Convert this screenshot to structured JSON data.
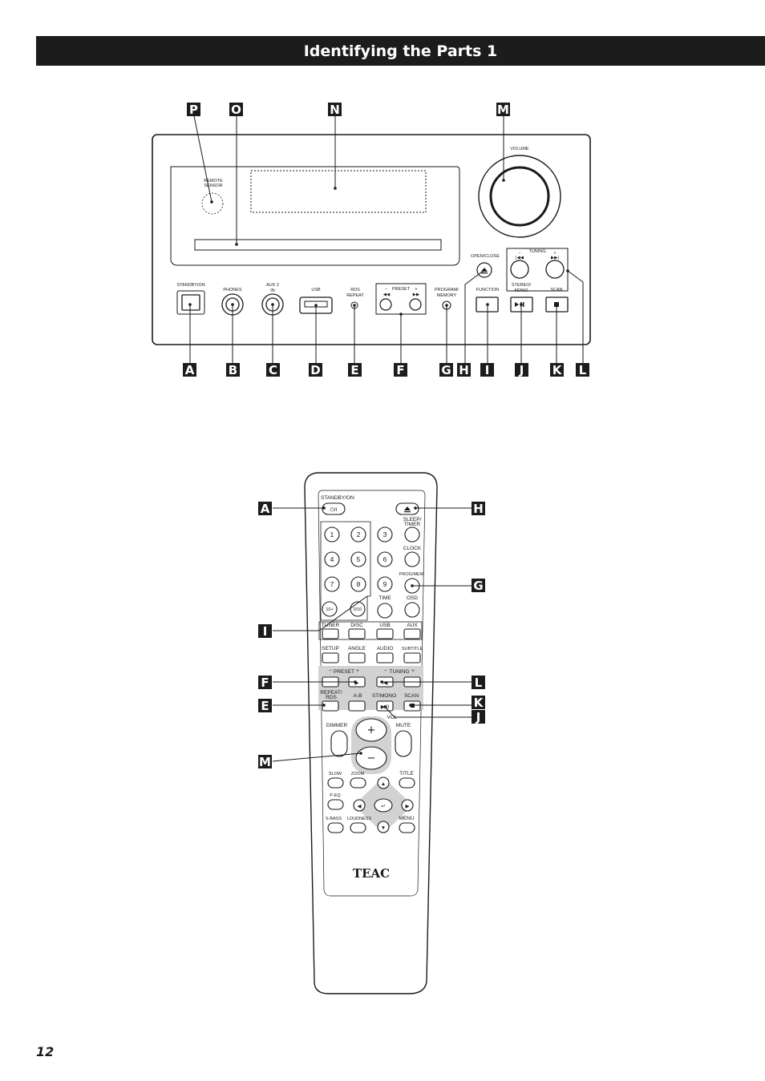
{
  "page": {
    "title": "Identifying the Parts 1",
    "page_number": "12"
  },
  "front_panel": {
    "labels": {
      "standby": "STANDBY/ON",
      "phones": "PHONES",
      "aux_l1": "AUX 2",
      "aux_l2": "IN",
      "usb": "USB",
      "rds_l1": "RDS",
      "rds_l2": "REPEAT",
      "preset": "PRESET",
      "prog_l1": "PROGRAM/",
      "prog_l2": "MEMORY",
      "open_close": "OPEN/CLOSE",
      "function": "FUNCTION",
      "stereo_l1": "STEREO/",
      "stereo_l2": "MONO",
      "scan": "SCAN",
      "volume": "VOLUME",
      "tuning": "TUNING",
      "remote_l1": "REMOTE",
      "remote_l2": "SENSOR"
    },
    "callouts": {
      "A": "A",
      "B": "B",
      "C": "C",
      "D": "D",
      "E": "E",
      "F": "F",
      "G": "G",
      "H": "H",
      "I": "I",
      "J": "J",
      "K": "K",
      "L": "L",
      "M": "M",
      "N": "N",
      "O": "O",
      "P": "P"
    }
  },
  "remote": {
    "labels": {
      "standby": "STANDBY/ON",
      "sleep_l1": "SLEEP/",
      "sleep_l2": "TIMER",
      "clock": "CLOCK",
      "prog_mem": "PROG/MEM",
      "time": "TIME",
      "osd": "OSD",
      "tuner": "TUNER",
      "disc": "DISC",
      "usb": "USB",
      "aux": "AUX",
      "setup": "SETUP",
      "angle": "ANGLE",
      "audio": "AUDIO",
      "subtitle": "SUBTITLE",
      "preset": "PRESET",
      "tuning": "TUNING",
      "repeat_l1": "REPEAT/",
      "repeat_l2": "RDS",
      "ab": "A-B",
      "st_mono": "ST/MONO",
      "scan": "SCAN",
      "vol": "VOL",
      "dimmer": "DIMMER",
      "mute": "MUTE",
      "slow": "SLOW",
      "zoom": "ZOOM",
      "title": "TITLE",
      "peq": "P-EQ",
      "sbass": "S-BASS",
      "loudness": "LOUDNESS",
      "menu": "MENU",
      "brand": "TEAC"
    },
    "digits": [
      "1",
      "2",
      "3",
      "4",
      "5",
      "6",
      "7",
      "8",
      "9",
      "10+",
      "0/10"
    ],
    "callouts": {
      "A": "A",
      "H": "H",
      "G": "G",
      "I": "I",
      "F": "F",
      "L": "L",
      "E": "E",
      "K": "K",
      "J": "J",
      "M": "M"
    }
  }
}
